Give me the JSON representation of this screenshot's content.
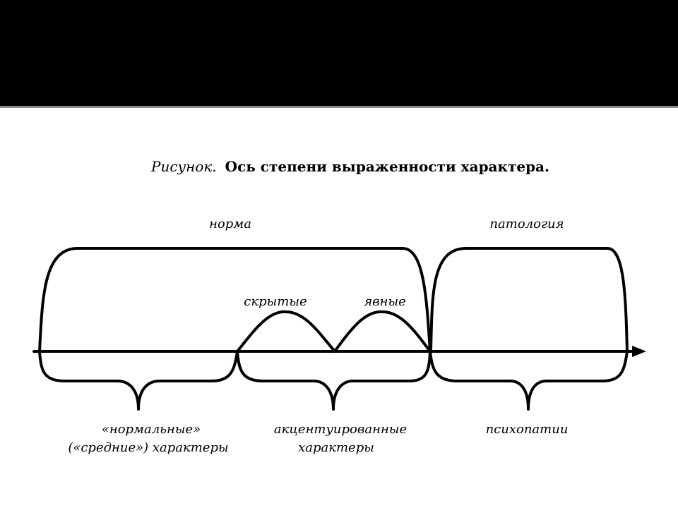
{
  "caption": {
    "prefix": "Рисунок.",
    "text": "Ось степени выраженности характера."
  },
  "labels": {
    "norm": "норма",
    "pathology": "патология",
    "hidden": "скрытые",
    "explicit": "явные",
    "normal_line1": "«нормальные»",
    "normal_line2": "(«средние») характеры",
    "accentuated_line1": "акцентуированные",
    "accentuated_line2": "характеры",
    "psychopathy": "психопатии"
  },
  "colors": {
    "header_bar": "#000000",
    "background": "#ffffff",
    "ink": "#000000"
  }
}
